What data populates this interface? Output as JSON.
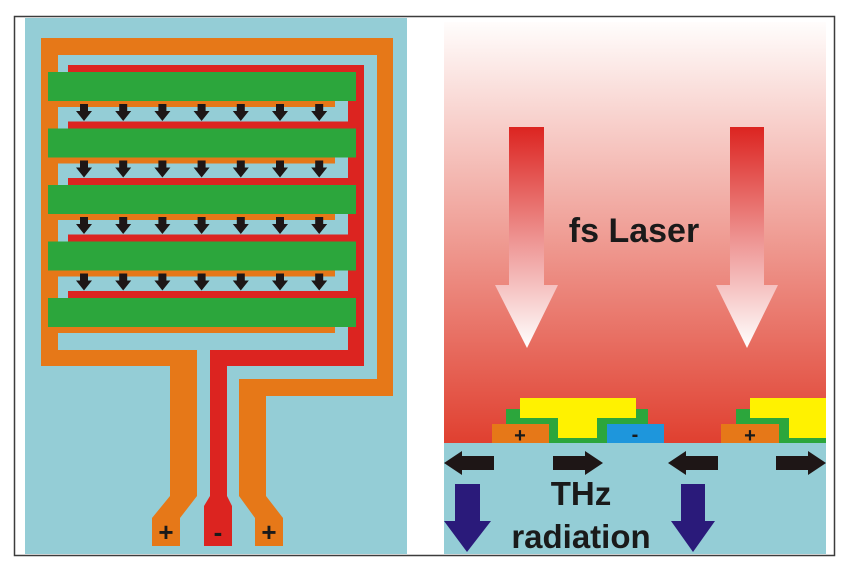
{
  "colors": {
    "background": "#ffffff",
    "frame": "#3c3c3c",
    "substrate": "#94cdd6",
    "finger_orange": "#e67818",
    "finger_red": "#dc2420",
    "finger_green": "#2ca63c",
    "field_arrow": "#1e1616",
    "laser_bg_top": "#fffdfc",
    "laser_bg_bottom": "#e04030",
    "laser_arrow_top": "#dc2420",
    "laser_arrow_bottom": "#ffffff",
    "electrode_yellow": "#fff200",
    "electrode_blue": "#1e96dc",
    "thz_arrow": "#2a1a7a"
  },
  "left_panel": {
    "title": "Interdigitated electrode layout",
    "finger_count": 5,
    "field_arrows_per_row": 7,
    "field_arrow_rows": 4,
    "pads": [
      {
        "label": "+",
        "polarity": "positive"
      },
      {
        "label": "-",
        "polarity": "negative"
      },
      {
        "label": "+",
        "polarity": "positive"
      }
    ]
  },
  "right_panel": {
    "title": "Cross section",
    "laser_label": "fs Laser",
    "thz_label_line1": "THz",
    "thz_label_line2": "radiation",
    "electrodes": [
      {
        "label": "+",
        "polarity": "positive"
      },
      {
        "label": "-",
        "polarity": "negative"
      },
      {
        "label": "+",
        "polarity": "positive"
      }
    ]
  }
}
